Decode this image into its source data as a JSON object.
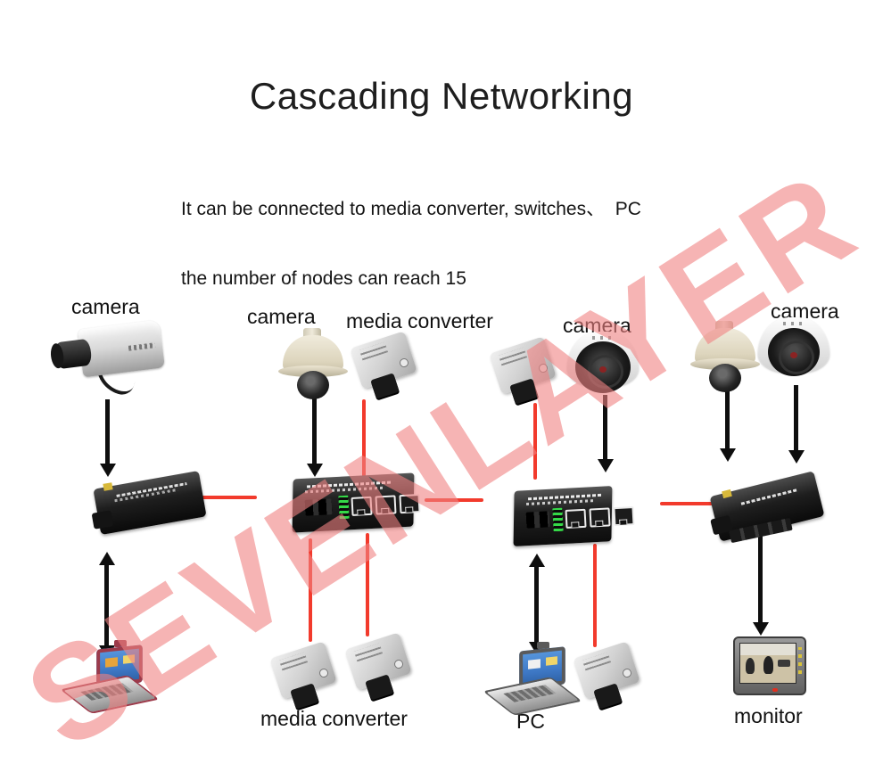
{
  "title": "Cascading Networking",
  "subtitle": {
    "line1": "It can be connected to media converter, switches、  PC",
    "line2": "the number of nodes can reach 15"
  },
  "watermark": "SEVENLAYER",
  "colors": {
    "background": "#ffffff",
    "text": "#1c1c1c",
    "watermark_pink": "#f3b6b6",
    "connector_red": "#f23a2c",
    "arrow_black": "#0e0e0e",
    "switch_led_green": "#35d948"
  },
  "nodes": {
    "camera_box": {
      "label": "camera"
    },
    "camera_dome_left": {
      "label": "camera"
    },
    "media_converter_top": {
      "label": "media converter"
    },
    "camera_dome_mid": {
      "label": "camera"
    },
    "camera_dome_right": {
      "label": "camera"
    },
    "media_converter_bottom": {
      "label": "media converter"
    },
    "pc": {
      "label": "PC"
    },
    "monitor": {
      "label": "monitor"
    }
  }
}
